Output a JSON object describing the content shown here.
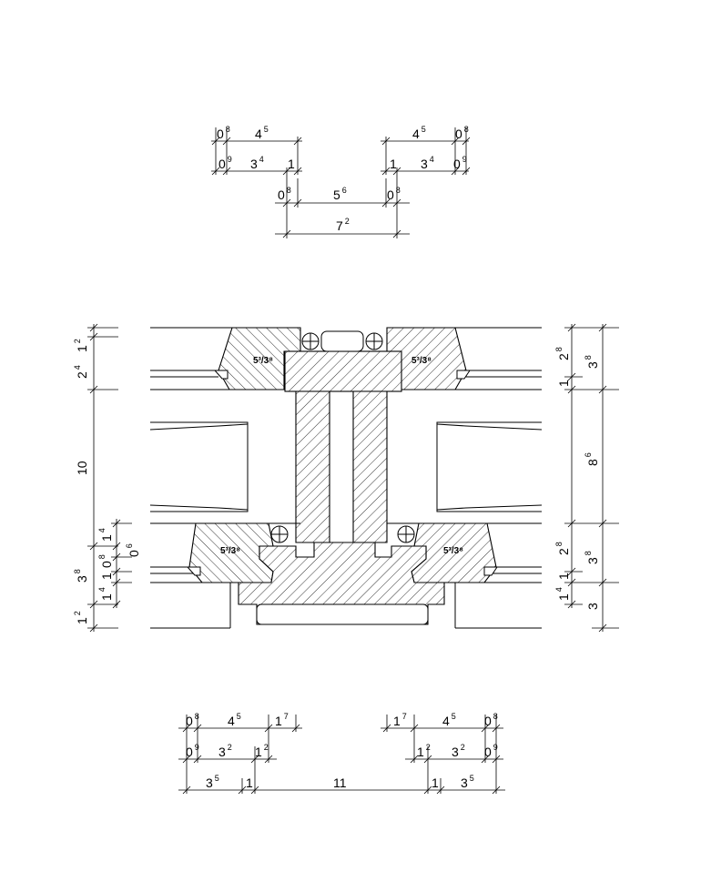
{
  "top_dimensions": {
    "l_r1_a": [
      "0",
      "8"
    ],
    "l_r1_b": [
      "4",
      "5"
    ],
    "l_r2_a": [
      "0",
      "9"
    ],
    "l_r2_b": [
      "3",
      "4"
    ],
    "l_r2_c": [
      "1",
      ""
    ],
    "r_r1_a": [
      "4",
      "5"
    ],
    "r_r1_b": [
      "0",
      "8"
    ],
    "r_r2_a": [
      "1",
      ""
    ],
    "r_r2_b": [
      "3",
      "4"
    ],
    "r_r2_c": [
      "0",
      "9"
    ],
    "mid_a": [
      "0",
      "8"
    ],
    "mid_b": [
      "5",
      "6"
    ],
    "mid_c": [
      "0",
      "8"
    ],
    "total": [
      "7",
      "2"
    ]
  },
  "left_dimensions": {
    "d1": [
      "1",
      "2"
    ],
    "d2": [
      "2",
      "4"
    ],
    "d3": [
      "10",
      ""
    ],
    "d4": [
      "1",
      "4"
    ],
    "d5": [
      "0",
      "6"
    ],
    "d6": [
      "0",
      "8"
    ],
    "d7": [
      "1",
      ""
    ],
    "d8": [
      "3",
      "8"
    ],
    "d9": [
      "1",
      "4"
    ],
    "d10": [
      "1",
      "2"
    ]
  },
  "right_dimensions": {
    "d1": [
      "2",
      "8"
    ],
    "d2": [
      "3",
      "8"
    ],
    "d3": [
      "1",
      ""
    ],
    "d4": [
      "8",
      "6"
    ],
    "d5": [
      "2",
      "8"
    ],
    "d6": [
      "3",
      "8"
    ],
    "d7": [
      "1",
      ""
    ],
    "d8": [
      "1",
      "4"
    ],
    "d9": [
      "3",
      ""
    ]
  },
  "bottom_dimensions": {
    "l_r1_a": [
      "0",
      "8"
    ],
    "l_r1_b": [
      "4",
      "5"
    ],
    "l_r1_c": [
      "1",
      "7"
    ],
    "r_r1_a": [
      "1",
      "7"
    ],
    "r_r1_b": [
      "4",
      "5"
    ],
    "r_r1_c": [
      "0",
      "8"
    ],
    "l_r2_a": [
      "0",
      "9"
    ],
    "l_r2_b": [
      "3",
      "2"
    ],
    "l_r2_c": [
      "1",
      "2"
    ],
    "r_r2_a": [
      "1",
      "2"
    ],
    "r_r2_b": [
      "3",
      "2"
    ],
    "r_r2_c": [
      "0",
      "9"
    ],
    "r3_a": [
      "3",
      "5"
    ],
    "r3_b": [
      "1",
      ""
    ],
    "r3_c": [
      "11",
      ""
    ],
    "r3_d": [
      "1",
      ""
    ],
    "r3_e": [
      "3",
      "5"
    ]
  },
  "section_labels": {
    "top_left": "5³/3⁸",
    "top_right": "5³/3⁸",
    "bottom_left": "5³/3⁸",
    "bottom_right": "5³/3⁸"
  }
}
